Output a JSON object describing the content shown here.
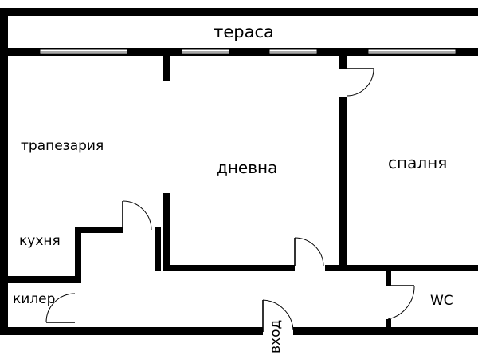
{
  "rooms": {
    "terrace": "тераса",
    "dining": "трапезария",
    "living": "дневна",
    "bedroom": "спалня",
    "kitchen": "кухня",
    "pantry": "килер",
    "wc": "WC",
    "entrance": "вход"
  },
  "colors": {
    "wall": "#000000",
    "background": "#ffffff"
  }
}
